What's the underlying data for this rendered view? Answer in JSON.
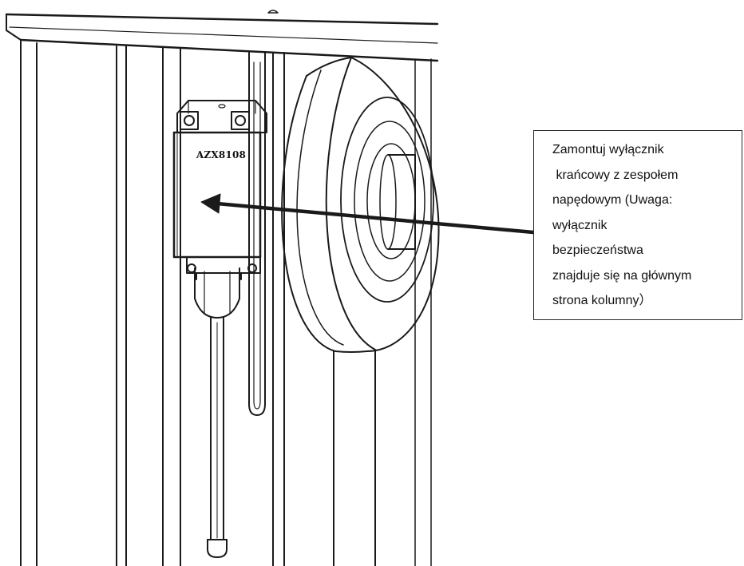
{
  "part_label": "AZX8108",
  "callout": {
    "lines": [
      "Zamontuj wyłącznik",
      " krańcowy z zespołem",
      "napędowym (Uwaga:",
      "wyłącznik",
      "bezpieczeństwa",
      "znajduje się na głównym",
      "strona kolumny）"
    ]
  },
  "colors": {
    "line": "#1a1a1a",
    "background": "#ffffff"
  }
}
